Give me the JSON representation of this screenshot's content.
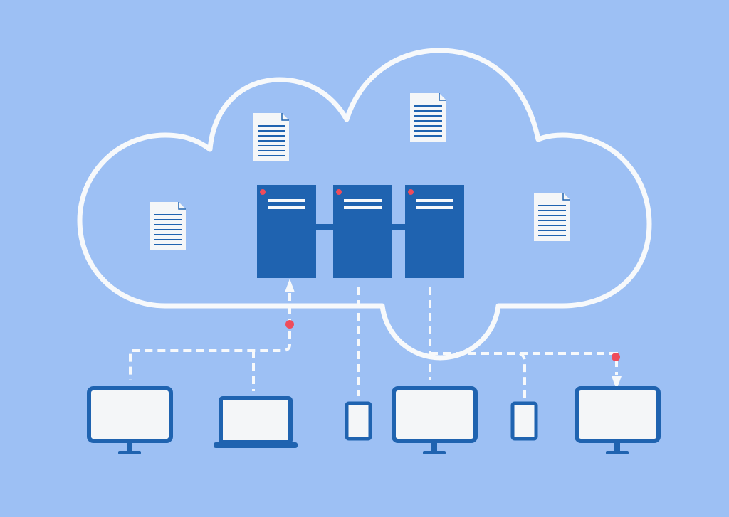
{
  "colors": {
    "background": "#9dc0f4",
    "outline": "#f7f9fb",
    "server": "#1f63b0",
    "accent_dot": "#ef4c5b",
    "screen": "#f4f6f8",
    "document_lines": "#1f63b0"
  },
  "icons": {
    "cloud": "cloud-icon",
    "server": "server-icon",
    "document": "document-icon",
    "desktop": "desktop-monitor-icon",
    "laptop": "laptop-icon",
    "phone": "smartphone-icon"
  },
  "diagram": {
    "servers": [
      {
        "id": "server-1"
      },
      {
        "id": "server-2"
      },
      {
        "id": "server-3"
      }
    ],
    "documents": [
      {
        "id": "doc-1"
      },
      {
        "id": "doc-2"
      },
      {
        "id": "doc-3"
      },
      {
        "id": "doc-4"
      }
    ],
    "devices": [
      {
        "id": "desktop-1",
        "kind": "desktop"
      },
      {
        "id": "laptop-1",
        "kind": "laptop"
      },
      {
        "id": "phone-1",
        "kind": "phone"
      },
      {
        "id": "desktop-2",
        "kind": "desktop"
      },
      {
        "id": "phone-2",
        "kind": "phone"
      },
      {
        "id": "desktop-3",
        "kind": "desktop"
      }
    ]
  }
}
